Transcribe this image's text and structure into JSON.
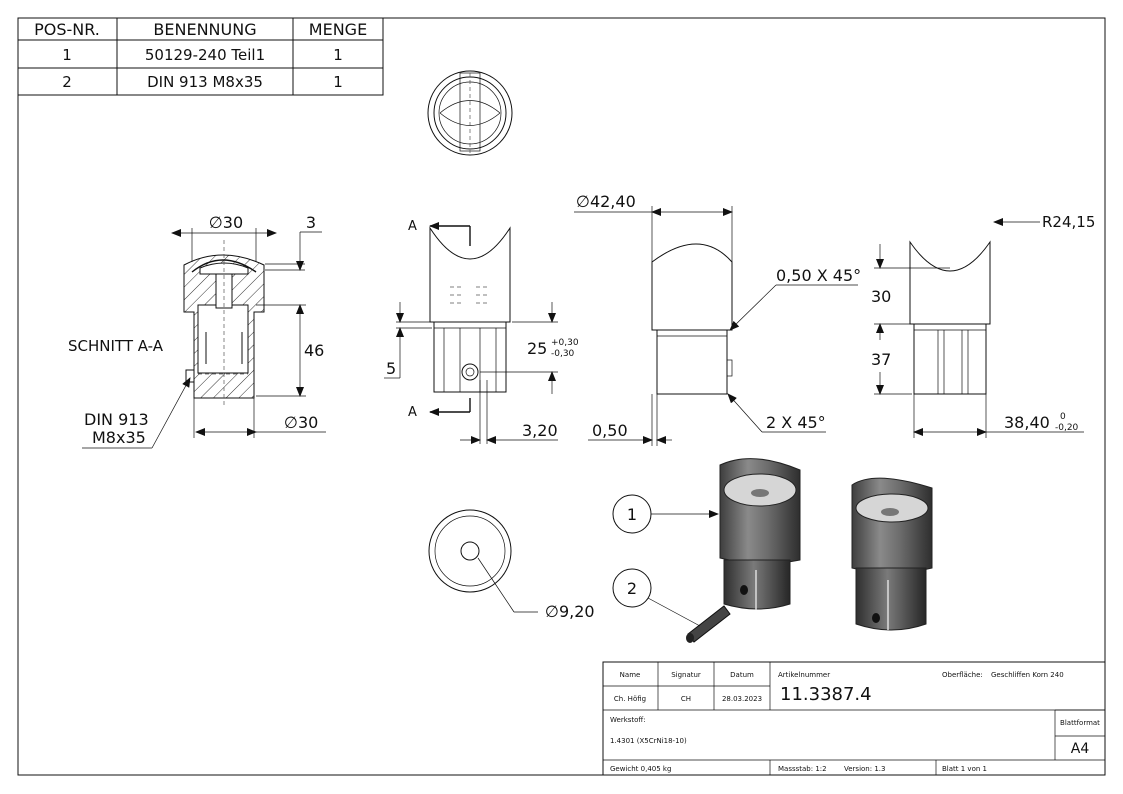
{
  "bom": {
    "headers": [
      "POS-NR.",
      "BENENNUNG",
      "MENGE"
    ],
    "rows": [
      [
        "1",
        "50129-240 Teil1",
        "1"
      ],
      [
        "2",
        "DIN 913 M8x35",
        "1"
      ]
    ]
  },
  "section": {
    "title": "SCHNITT A-A",
    "dim_top": "30",
    "dim_top_right": "3",
    "dim_height": "46",
    "dim_bottom": "30",
    "callout_line1": "DIN 913",
    "callout_line2": "M8x35"
  },
  "front": {
    "cut_label_top": "A",
    "cut_label_bottom": "A",
    "dim_left": "5",
    "dim_right": "25",
    "tol_upper": "+0,30",
    "tol_lower": "-0,30",
    "dim_bottom": "3,20"
  },
  "side": {
    "dim_top": "42,40",
    "chamfer_top": "0,50 X 45°",
    "chamfer_bottom": "2 X 45°",
    "dim_bottom": "0,50"
  },
  "right": {
    "radius": "R24,15",
    "dim_upper": "30",
    "dim_lower": "37",
    "dim_bottom": "38,40",
    "tol_upper": "0",
    "tol_lower": "-0,20"
  },
  "bottom_view": {
    "dim": "9,20"
  },
  "iso": {
    "balloon1": "1",
    "balloon2": "2"
  },
  "symbols": {
    "diameter": "∅"
  },
  "title_block": {
    "h_name": "Name",
    "h_signatur": "Signatur",
    "h_datum": "Datum",
    "h_artikel": "Artikelnummer",
    "oberflaeche_label": "Oberfläche:",
    "oberflaeche_value": "Geschliffen Korn 240",
    "name": "Ch. Höfig",
    "signatur": "CH",
    "datum": "28.03.2023",
    "artikelnummer": "11.3387.4",
    "werkstoff_label": "Werkstoff:",
    "werkstoff_value": "1.4301 (X5CrNi18-10)",
    "blattformat_label": "Blattformat",
    "blattformat_value": "A4",
    "gewicht": "Gewicht 0,405 kg",
    "massstab": "Massstab: 1:2",
    "version": "Version: 1.3",
    "blatt": "Blatt 1 von 1"
  }
}
